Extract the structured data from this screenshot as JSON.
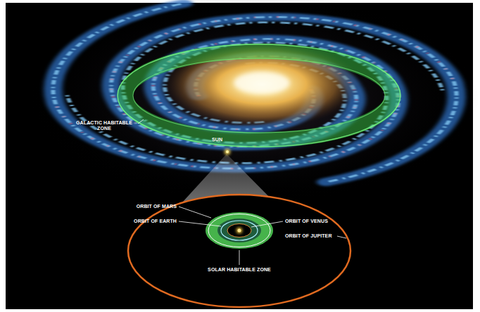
{
  "diagram": {
    "labels": [
      "GALACTIC HABITABLE ZONE",
      "SUN",
      "ORBIT OF MARS",
      "ORBIT OF EARTH",
      "ORBIT OF VENUS",
      "ORBIT OF JUPITER",
      "SOLAR HABITABLE ZONE"
    ]
  }
}
